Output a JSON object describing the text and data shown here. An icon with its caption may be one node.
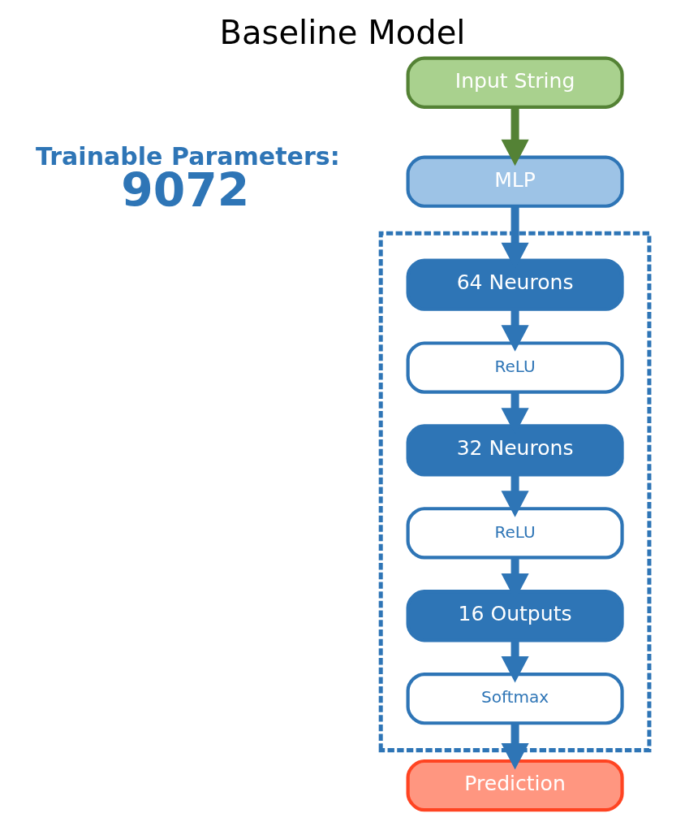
{
  "diagram": {
    "title": "Baseline Model",
    "nodes": [
      {
        "text": [
          "Input String"
        ]
      },
      {
        "text": [],
        "shape": "box"
      },
      {
        "text": [
          "MLP"
        ]
      },
      {
        "text": [
          "64 Neurons"
        ],
        "in": 1
      },
      {
        "text": [
          "ReLU"
        ],
        "in": 1
      },
      {
        "text": [
          "32 Neurons"
        ],
        "in": 1
      },
      {
        "text": [
          "ReLU"
        ],
        "in": 1
      },
      {
        "text": [
          "16 Outputs"
        ],
        "in": 1
      },
      {
        "text": [
          "Softmax"
        ],
        "in": 1
      },
      {
        "text": [
          "Prediction"
        ]
      }
    ],
    "edges": [
      {
        "from": 0,
        "to": 2,
        "arrow": "to",
        "color": "#548235"
      },
      {
        "from": 2,
        "to": 3,
        "arrow": "to"
      },
      {
        "from": 3,
        "to": 4,
        "arrow": "to"
      },
      {
        "from": 4,
        "to": 5,
        "arrow": "to"
      },
      {
        "from": 5,
        "to": 6,
        "arrow": "to"
      },
      {
        "from": 6,
        "to": 7,
        "arrow": "to"
      },
      {
        "from": 7,
        "to": 8,
        "arrow": "to"
      },
      {
        "from": 8,
        "to": 9,
        "arrow": "to"
      }
    ],
    "labels": [
      "Trainable Parameters:",
      "9072"
    ]
  }
}
